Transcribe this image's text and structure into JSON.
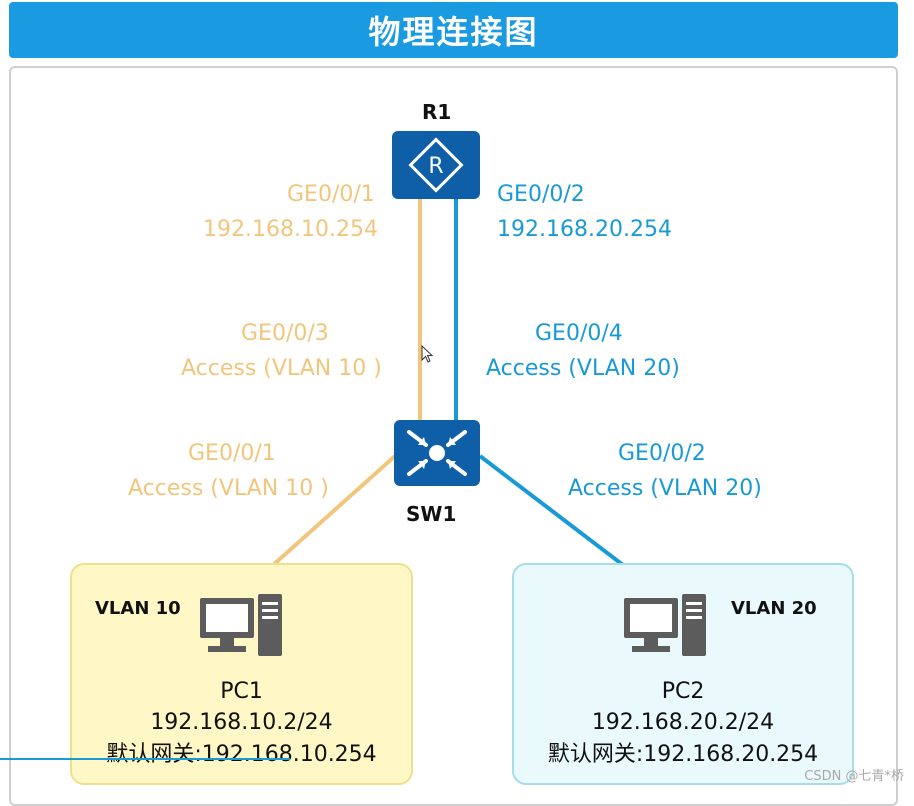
{
  "title": "物理连接图",
  "router": {
    "name": "R1",
    "icon": "router-icon"
  },
  "switch": {
    "name": "SW1",
    "icon": "switch-icon"
  },
  "r1_port1": {
    "port": "GE0/0/1",
    "ip": "192.168.10.254"
  },
  "r1_port2": {
    "port": "GE0/0/2",
    "ip": "192.168.20.254"
  },
  "sw_port3": {
    "port": "GE0/0/3",
    "mode": "Access (VLAN 10 )"
  },
  "sw_port4": {
    "port": "GE0/0/4",
    "mode": "Access (VLAN 20)"
  },
  "sw_port1": {
    "port": "GE0/0/1",
    "mode": "Access (VLAN 10 )"
  },
  "sw_port2": {
    "port": "GE0/0/2",
    "mode": "Access (VLAN 20)"
  },
  "pc1": {
    "vlan": "VLAN 10",
    "name": "PC1",
    "ip": "192.168.10.2/24",
    "gateway": "默认网关:192.168.10.254",
    "icon": "computer-icon"
  },
  "pc2": {
    "vlan": "VLAN 20",
    "name": "PC2",
    "ip": "192.168.20.2/24",
    "gateway": "默认网关:192.168.20.254",
    "icon": "computer-icon"
  },
  "watermark": "CSDN @七青*桥",
  "colors": {
    "vlan10": "#f2c57c",
    "vlan20": "#189ad6",
    "device": "#0e5fa8",
    "title_bar": "#1a9ae0"
  }
}
